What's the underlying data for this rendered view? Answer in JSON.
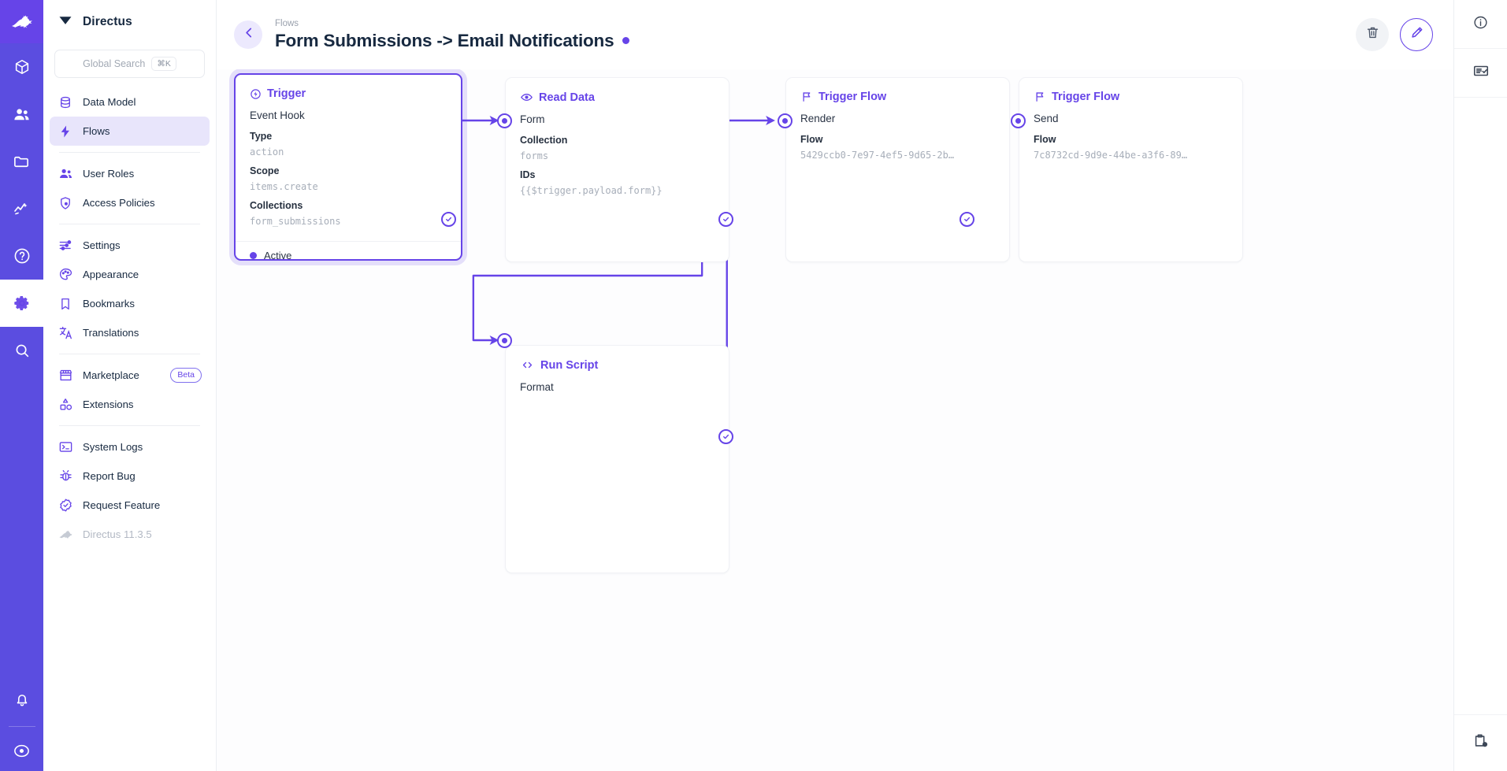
{
  "rail": {
    "items": [
      {
        "name": "directus-logo",
        "icon": "rabbit-icon"
      },
      {
        "name": "content",
        "icon": "box-icon"
      },
      {
        "name": "user-directory",
        "icon": "users-icon"
      },
      {
        "name": "file-library",
        "icon": "folder-icon"
      },
      {
        "name": "insights",
        "icon": "analytics-icon"
      },
      {
        "name": "documentation",
        "icon": "help-circle-icon"
      },
      {
        "name": "settings",
        "icon": "gear-icon",
        "active": true
      },
      {
        "name": "search",
        "icon": "search-icon"
      }
    ],
    "bottom": [
      {
        "name": "notifications",
        "icon": "bell-icon"
      },
      {
        "name": "account",
        "icon": "user-circle-icon"
      }
    ]
  },
  "sidebar": {
    "brand": "Directus",
    "search": {
      "placeholder": "Global Search",
      "shortcut": "⌘K"
    },
    "groups": [
      {
        "items": [
          {
            "label": "Data Model",
            "icon": "database-icon",
            "active": false
          },
          {
            "label": "Flows",
            "icon": "bolt-icon",
            "active": true
          }
        ]
      },
      {
        "items": [
          {
            "label": "User Roles",
            "icon": "users-icon",
            "active": false
          },
          {
            "label": "Access Policies",
            "icon": "shield-lock-icon",
            "active": false
          }
        ]
      },
      {
        "items": [
          {
            "label": "Settings",
            "icon": "sliders-icon",
            "active": false
          },
          {
            "label": "Appearance",
            "icon": "palette-icon",
            "active": false
          },
          {
            "label": "Bookmarks",
            "icon": "bookmark-icon",
            "active": false
          },
          {
            "label": "Translations",
            "icon": "translate-icon",
            "active": false
          }
        ]
      },
      {
        "items": [
          {
            "label": "Marketplace",
            "icon": "store-icon",
            "badge": "Beta",
            "active": false
          },
          {
            "label": "Extensions",
            "icon": "extensions-icon",
            "active": false
          }
        ]
      },
      {
        "items": [
          {
            "label": "System Logs",
            "icon": "terminal-icon",
            "active": false
          },
          {
            "label": "Report Bug",
            "icon": "bug-icon",
            "active": false
          },
          {
            "label": "Request Feature",
            "icon": "feature-check-icon",
            "active": false
          },
          {
            "label": "Directus 11.3.5",
            "icon": "rabbit-icon",
            "active": false,
            "muted": true
          }
        ]
      }
    ]
  },
  "header": {
    "breadcrumb": "Flows",
    "title": "Form Submissions -> Email Notifications",
    "status_color": "#6644E8",
    "back_icon": "arrow-left-icon",
    "actions": [
      {
        "name": "delete-flow-button",
        "icon": "trash-icon"
      },
      {
        "name": "edit-flow-button",
        "icon": "pencil-icon"
      }
    ]
  },
  "right_rail": {
    "items": [
      {
        "name": "info-sidebar-button",
        "icon": "info-circle-icon"
      },
      {
        "name": "logs-sidebar-button",
        "icon": "list-check-icon"
      }
    ],
    "bottom": {
      "name": "flow-runs-button",
      "icon": "clipboard-clock-icon"
    }
  },
  "flow": {
    "nodes": [
      {
        "id": "trigger",
        "type_label": "Trigger",
        "type_icon": "trigger-icon",
        "name": "Event Hook",
        "selected": true,
        "fields": [
          {
            "label": "Type",
            "value": "action"
          },
          {
            "label": "Scope",
            "value": "items.create"
          },
          {
            "label": "Collections",
            "value": "form_submissions"
          }
        ],
        "footer": {
          "label": "Active",
          "color": "#6644E8"
        }
      },
      {
        "id": "read-data",
        "type_label": "Read Data",
        "type_icon": "eye-icon",
        "name": "Form",
        "selected": false,
        "fields": [
          {
            "label": "Collection",
            "value": "forms"
          },
          {
            "label": "IDs",
            "value": "{{$trigger.payload.form}}"
          }
        ]
      },
      {
        "id": "run-script",
        "type_label": "Run Script",
        "type_icon": "code-icon",
        "name": "Format",
        "selected": false,
        "fields": []
      },
      {
        "id": "trigger-flow-render",
        "type_label": "Trigger Flow",
        "type_icon": "flag-icon",
        "name": "Render",
        "selected": false,
        "fields": [
          {
            "label": "Flow",
            "value": "5429ccb0-7e97-4ef5-9d65-2b…"
          }
        ]
      },
      {
        "id": "trigger-flow-send",
        "type_label": "Trigger Flow",
        "type_icon": "flag-icon",
        "name": "Send",
        "selected": false,
        "fields": [
          {
            "label": "Flow",
            "value": "7c8732cd-9d9e-44be-a3f6-89…"
          }
        ]
      }
    ],
    "edge_color": "#6644E8"
  }
}
